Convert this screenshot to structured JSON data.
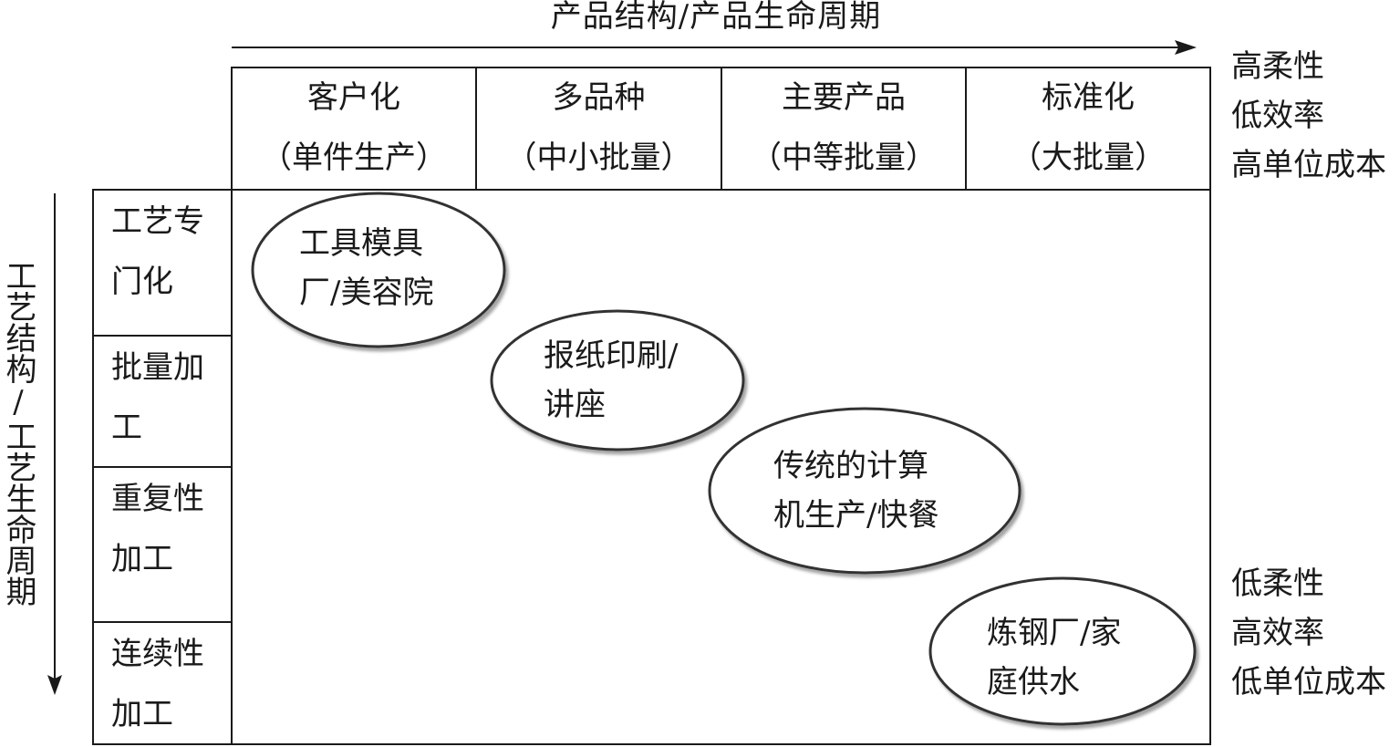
{
  "title_top": "产品结构/产品生命周期",
  "title_left": "工艺结构/工艺生命周期",
  "columns": [
    {
      "line1": "客户化",
      "line2": "（单件生产）"
    },
    {
      "line1": "多品种",
      "line2": "（中小批量）"
    },
    {
      "line1": "主要产品",
      "line2": "（中等批量）"
    },
    {
      "line1": "标准化",
      "line2": "（大批量）"
    }
  ],
  "rows": [
    {
      "line1": "工艺专",
      "line2": "门化"
    },
    {
      "line1": "批量加",
      "line2": "工"
    },
    {
      "line1": "重复性",
      "line2": "加工"
    },
    {
      "line1": "连续性",
      "line2": "加工"
    }
  ],
  "top_right": [
    "高柔性",
    "低效率",
    "高单位成本"
  ],
  "bottom_right": [
    "低柔性",
    "高效率",
    "低单位成本"
  ],
  "ellipses": [
    {
      "line1": "工具模具",
      "line2": "厂/美容院"
    },
    {
      "line1": "报纸印刷/",
      "line2": "讲座"
    },
    {
      "line1": "传统的计算",
      "line2": "机生产/快餐"
    },
    {
      "line1": "炼钢厂/家",
      "line2": "庭供水"
    }
  ]
}
